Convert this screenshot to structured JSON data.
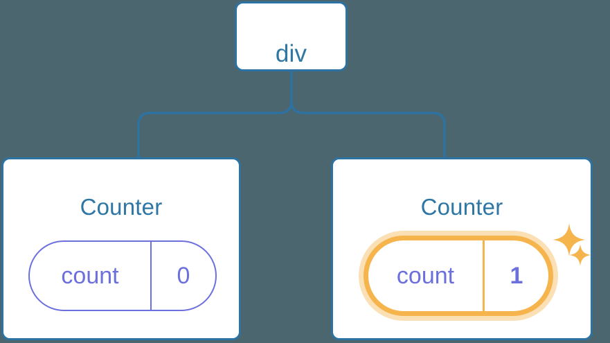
{
  "diagram": {
    "type": "component-tree",
    "background_color": "#4b666f",
    "node_border_color": "#2c73a4",
    "node_title_color": "#2e76a4",
    "state_color": "#6b70dd",
    "highlight_color": "#f6b44c",
    "highlight_glow_color": "#fbdfb5",
    "connector_color": "#2c73a4"
  },
  "root": {
    "label": "div"
  },
  "children": [
    {
      "label": "Counter",
      "state": {
        "key": "count",
        "value": "0"
      },
      "highlighted": false
    },
    {
      "label": "Counter",
      "state": {
        "key": "count",
        "value": "1"
      },
      "highlighted": true,
      "sparkles": [
        "sparkle-large",
        "sparkle-small"
      ]
    }
  ]
}
